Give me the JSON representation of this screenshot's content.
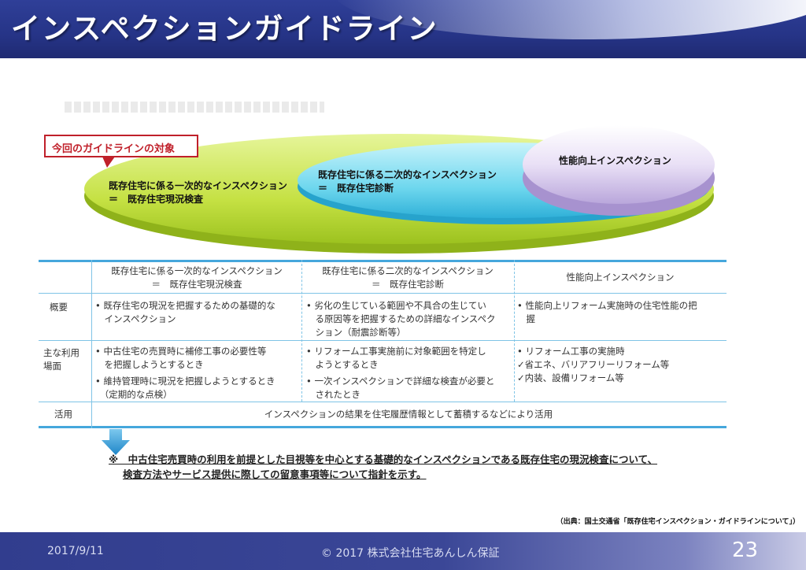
{
  "header": {
    "title": "インスペクションガイドライン"
  },
  "diagram": {
    "callout": "今回のガイドラインの対象",
    "primary": {
      "line1": "既存住宅に係る一次的なインスペクション",
      "line2": "＝　既存住宅現況検査"
    },
    "secondary": {
      "line1": "既存住宅に係る二次的なインスペクション",
      "line2": "＝　既存住宅診断"
    },
    "performance": {
      "label": "性能向上インスペクション"
    }
  },
  "table": {
    "headers": [
      {
        "line1": "既存住宅に係る一次的なインスペクション",
        "line2": "＝　既存住宅現況検査"
      },
      {
        "line1": "既存住宅に係る二次的なインスペクション",
        "line2": "＝　既存住宅診断"
      },
      {
        "line1": "性能向上インスペクション",
        "line2": ""
      }
    ],
    "rows": [
      {
        "label": "概要",
        "cells": [
          [
            "• 既存住宅の現況を把握するための基礎的な",
            "　インスペクション"
          ],
          [
            "• 劣化の生じている範囲や不具合の生じてい",
            "　る原因等を把握するための詳細なインスペク",
            "　ション（耐震診断等）"
          ],
          [
            "• 性能向上リフォーム実施時の住宅性能の把",
            "　握"
          ]
        ]
      },
      {
        "label": "主な利用場面",
        "label_line1": "主な利用",
        "label_line2": "場面",
        "cells": [
          [
            "• 中古住宅の売買時に補修工事の必要性等",
            "　を把握しようとするとき",
            "• 維持管理時に現況を把握しようとするとき",
            "　（定期的な点検）"
          ],
          [
            "• リフォーム工事実施前に対象範囲を特定し",
            "　ようとするとき",
            "• 一次インスペクションで詳細な検査が必要と",
            "　されたとき"
          ],
          [
            "• リフォーム工事の実施時",
            "✓省エネ、バリアフリーリフォーム等",
            "✓内装、設備リフォーム等"
          ]
        ]
      },
      {
        "label": "活用",
        "merged": "インスペクションの結果を住宅履歴情報として蓄積するなどにより活用"
      }
    ]
  },
  "note": {
    "line1": "※　中古住宅売買時の利用を前提とした目視等を中心とする基礎的なインスペクションである既存住宅の現況検査について、",
    "line2": "検査方法やサービス提供に際しての留意事項等について指針を示す。"
  },
  "source": "（出典：国土交通省「既存住宅インスペクション・ガイドラインについて」）",
  "footer": {
    "date": "2017/9/11",
    "copyright": "© 2017 株式会社住宅あんしん保証",
    "page": "23"
  },
  "colors": {
    "header": "#2f3f98",
    "accent_line": "#45a7dc",
    "callout": "#c0202a",
    "green": "#c8e34a",
    "cyan": "#63d6ee",
    "lavender": "#e1d6f2"
  }
}
